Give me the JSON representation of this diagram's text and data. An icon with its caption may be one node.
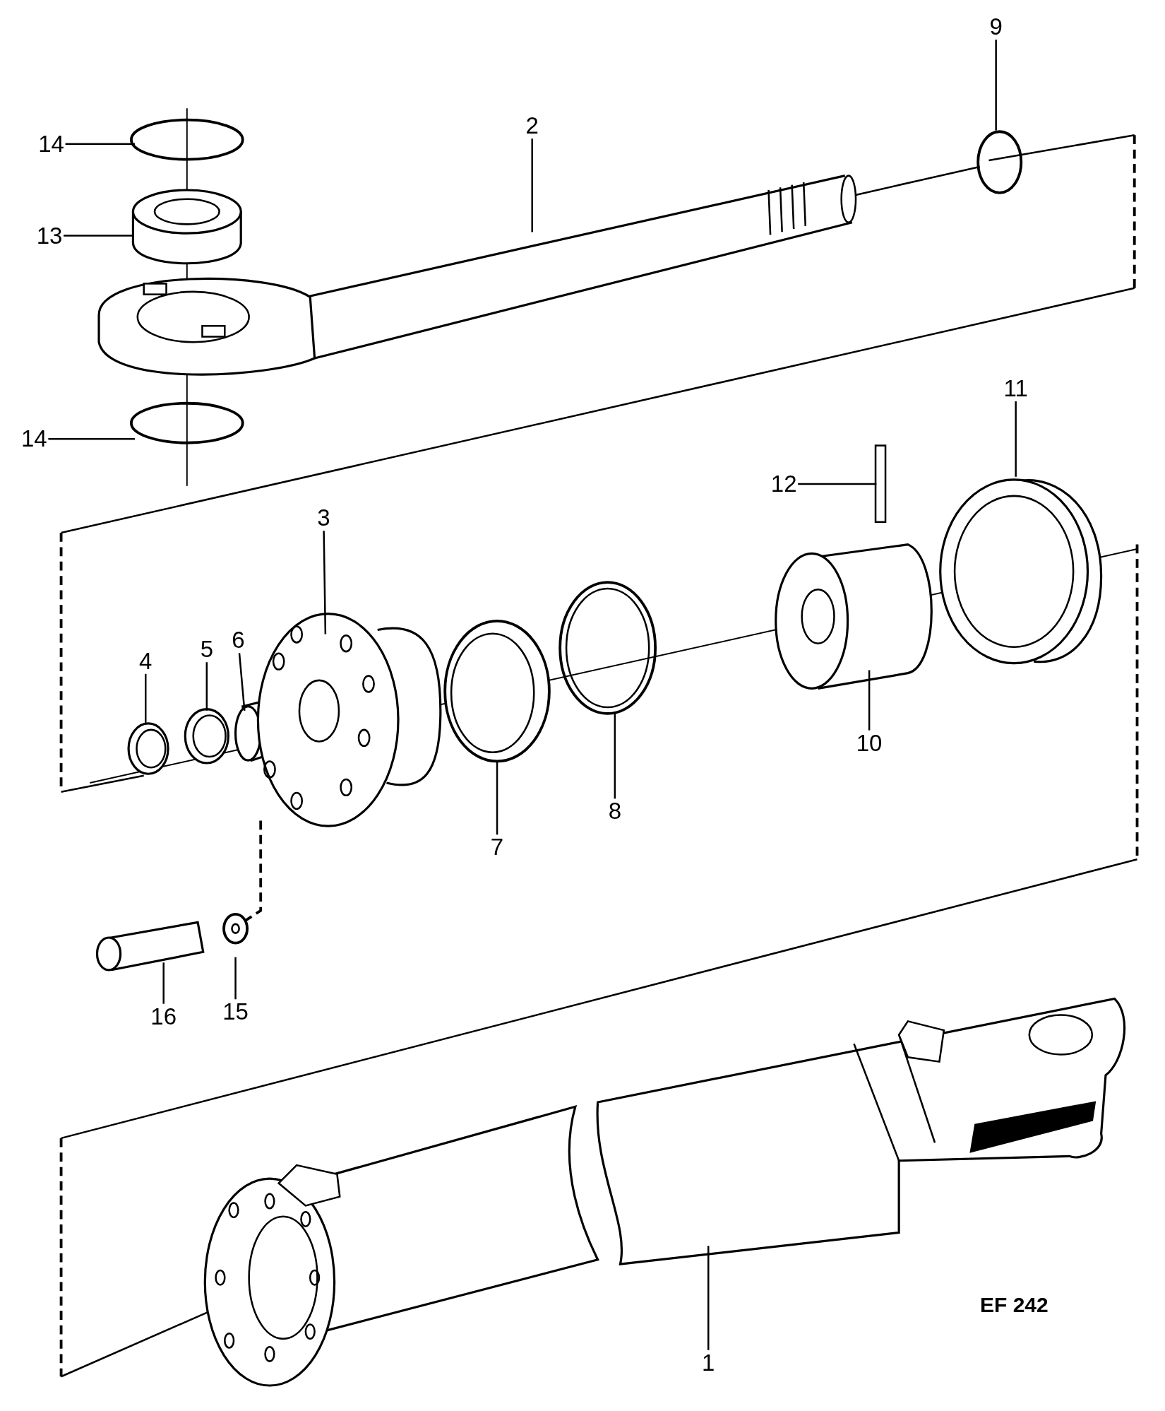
{
  "diagram": {
    "nodes": [
      {
        "text": [
          "9"
        ]
      },
      {
        "text": [
          "14"
        ]
      },
      {
        "text": [
          "2"
        ]
      },
      {
        "text": [
          "13"
        ]
      },
      {
        "text": [
          "14"
        ]
      },
      {
        "text": [
          "11"
        ]
      },
      {
        "text": [
          "12"
        ]
      },
      {
        "text": [
          "3"
        ]
      },
      {
        "text": [
          "6"
        ]
      },
      {
        "text": [
          "5"
        ]
      },
      {
        "text": [
          "4"
        ]
      },
      {
        "text": [
          "10"
        ]
      },
      {
        "text": [
          "8"
        ]
      },
      {
        "text": [
          "7"
        ]
      },
      {
        "text": [
          "15"
        ]
      },
      {
        "text": [
          "16"
        ]
      },
      {
        "text": [
          "1"
        ]
      }
    ],
    "edges": [
      {
        "from": 0,
        "to": null,
        "arrow": "none"
      },
      {
        "from": 1,
        "to": null,
        "arrow": "none"
      },
      {
        "from": 2,
        "to": null,
        "arrow": "none"
      },
      {
        "from": 3,
        "to": null,
        "arrow": "none"
      },
      {
        "from": 4,
        "to": null,
        "arrow": "none"
      },
      {
        "from": 5,
        "to": null,
        "arrow": "none"
      },
      {
        "from": 6,
        "to": null,
        "arrow": "none"
      },
      {
        "from": 7,
        "to": null,
        "arrow": "none"
      },
      {
        "from": 8,
        "to": null,
        "arrow": "none"
      },
      {
        "from": 9,
        "to": null,
        "arrow": "none"
      },
      {
        "from": 10,
        "to": null,
        "arrow": "none"
      },
      {
        "from": 11,
        "to": null,
        "arrow": "none"
      },
      {
        "from": 12,
        "to": null,
        "arrow": "none"
      },
      {
        "from": 13,
        "to": null,
        "arrow": "none"
      },
      {
        "from": 14,
        "to": null,
        "arrow": "none"
      },
      {
        "from": 15,
        "to": null,
        "arrow": "none"
      },
      {
        "from": 16,
        "to": null,
        "arrow": "none"
      }
    ],
    "labels": [
      "EF 242"
    ]
  }
}
